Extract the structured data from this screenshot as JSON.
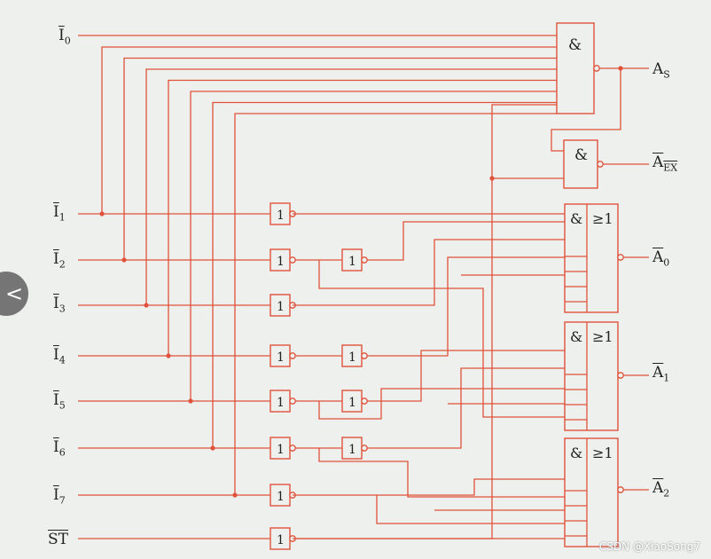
{
  "colors": {
    "wire": "#e0523a",
    "text": "#222222",
    "background": "#eef0ee"
  },
  "inputs": [
    {
      "id": "I0",
      "letter": "I",
      "sub": "0"
    },
    {
      "id": "I1",
      "letter": "I",
      "sub": "1"
    },
    {
      "id": "I2",
      "letter": "I",
      "sub": "2"
    },
    {
      "id": "I3",
      "letter": "I",
      "sub": "3"
    },
    {
      "id": "I4",
      "letter": "I",
      "sub": "4"
    },
    {
      "id": "I5",
      "letter": "I",
      "sub": "5"
    },
    {
      "id": "I6",
      "letter": "I",
      "sub": "6"
    },
    {
      "id": "I7",
      "letter": "I",
      "sub": "7"
    },
    {
      "id": "ST",
      "letter": "ST",
      "sub": ""
    }
  ],
  "outputs": [
    {
      "id": "AS",
      "letter": "A",
      "sub": "S",
      "overline": false
    },
    {
      "id": "AEX",
      "letter": "A",
      "sub": "EX",
      "overline": true
    },
    {
      "id": "A0",
      "letter": "A",
      "sub": "0",
      "overline": true
    },
    {
      "id": "A1",
      "letter": "A",
      "sub": "1",
      "overline": true
    },
    {
      "id": "A2",
      "letter": "A",
      "sub": "2",
      "overline": true
    }
  ],
  "gate_symbols": {
    "and": "&",
    "or": "≥1",
    "not": "1"
  },
  "nav": {
    "icon": "chevron-left-icon",
    "glyph": "<"
  },
  "watermark": "CSDN @XiaoSong7"
}
